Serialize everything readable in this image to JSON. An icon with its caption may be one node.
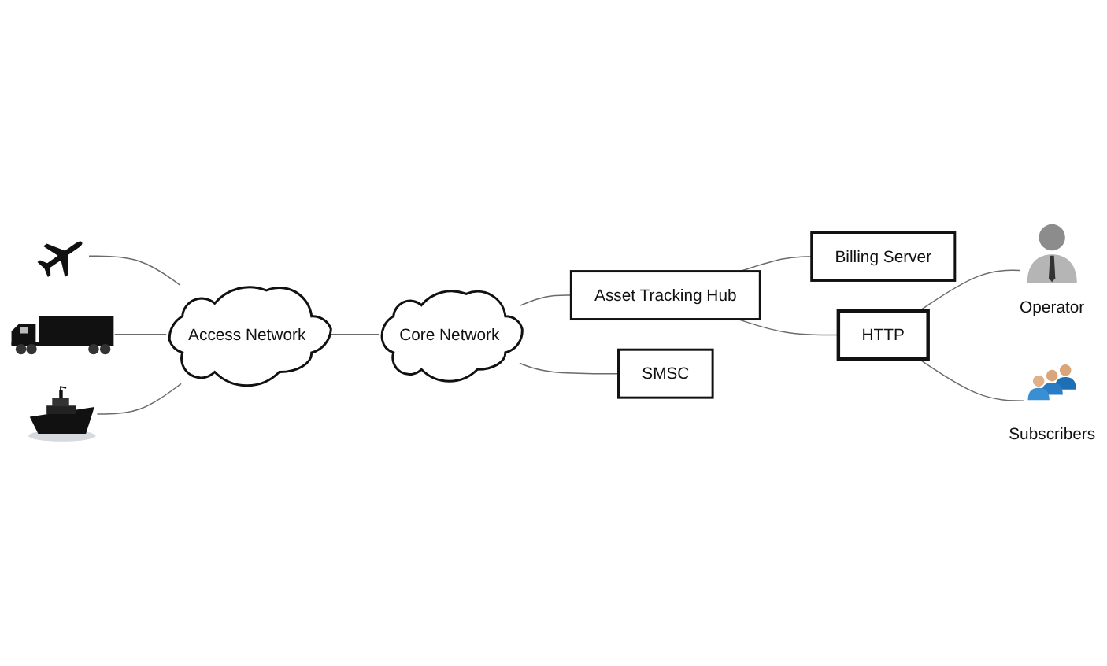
{
  "diagram": {
    "nodes": [
      {
        "text": [],
        "shape": "picture"
      },
      {
        "text": [],
        "shape": "picture"
      },
      {
        "text": [],
        "shape": "picture"
      },
      {
        "text": [
          "Access Network"
        ]
      },
      {
        "text": [
          "Core Network"
        ]
      },
      {
        "text": [
          "Asset Tracking Hub"
        ]
      },
      {
        "text": [
          "Billing Server"
        ]
      },
      {
        "text": [
          "SMSC"
        ]
      },
      {
        "text": [
          "HTTP"
        ]
      },
      {
        "text": [
          "Operator"
        ]
      },
      {
        "text": [
          "Subscribers"
        ]
      }
    ],
    "edges": [
      {
        "from": 0,
        "to": 3,
        "arrow": "none"
      },
      {
        "from": 1,
        "to": 3,
        "arrow": "none"
      },
      {
        "from": 2,
        "to": 3,
        "arrow": "none"
      },
      {
        "from": 3,
        "to": 4,
        "arrow": "none"
      },
      {
        "from": 4,
        "to": 5,
        "arrow": "none"
      },
      {
        "from": 5,
        "to": 6,
        "arrow": "none"
      },
      {
        "from": 4,
        "to": 7,
        "arrow": "none"
      },
      {
        "from": 5,
        "to": 8,
        "arrow": "none"
      },
      {
        "from": 8,
        "to": 9,
        "arrow": "none"
      },
      {
        "from": 8,
        "to": 10,
        "arrow": "none"
      }
    ]
  }
}
